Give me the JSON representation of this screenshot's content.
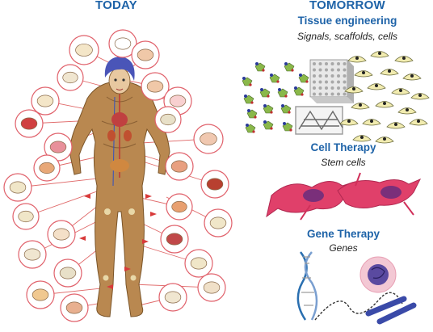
{
  "headings": {
    "today": "TODAY",
    "tomorrow": "TOMORROW"
  },
  "sections": [
    {
      "title": "Tissue engineering",
      "subtitle": "Signals, scaffolds, cells"
    },
    {
      "title": "Cell Therapy",
      "subtitle": "Stem cells"
    },
    {
      "title": "Gene Therapy",
      "subtitle": "Genes"
    }
  ],
  "today_organs": [
    "skull-icon",
    "eye-icon",
    "nose-icon",
    "jaw-icon",
    "ear-icon",
    "spine-icon",
    "teeth-icon",
    "heart-icon",
    "lungs-icon",
    "knee-cartilage-icon",
    "breast-icon",
    "intestine-icon",
    "stomach-icon",
    "pelvis-icon",
    "liver-icon",
    "hip-joint-icon",
    "bladder-icon",
    "hand-icon",
    "finger-bones-icon",
    "leg-bones-icon",
    "blood-vessel-icon",
    "knee-joint-icon",
    "arm-bone-icon",
    "skin-icon",
    "ankle-icon",
    "foot-icon",
    "foot-bones-icon"
  ],
  "colors": {
    "heading": "#1e63a8",
    "organ_circle_stroke": "#e0606a",
    "connector_line": "#e06a6a",
    "body_skin": "#b98850",
    "body_outline": "#7a5428",
    "hair": "#4a55b8",
    "cell_therapy_cells": "#e0406a",
    "cell_nucleus": "#7a2f7a",
    "scaffold_cells": "#f2ecb0"
  }
}
